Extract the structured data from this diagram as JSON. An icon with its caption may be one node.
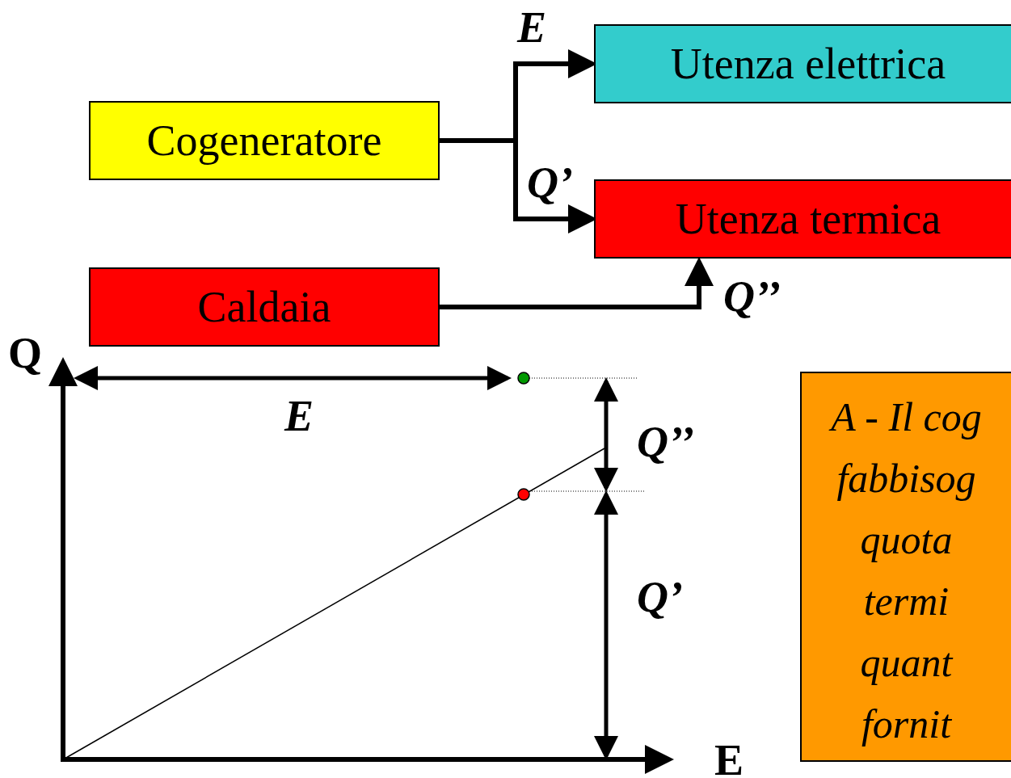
{
  "diagram": {
    "nodes": [
      {
        "text": [
          "Cogeneratore"
        ]
      },
      {
        "text": [
          "Utenza elettrica"
        ]
      },
      {
        "text": [
          "Utenza termica"
        ]
      },
      {
        "text": [
          "Caldaia"
        ]
      },
      {
        "text": [
          "A - Il cog fabbisog quota termi quant fornit"
        ]
      }
    ],
    "edges": [
      {
        "from": 0,
        "to": 1,
        "arrow": "to",
        "label": "E"
      },
      {
        "from": 0,
        "to": 2,
        "arrow": "to",
        "label": "Q’"
      },
      {
        "from": 3,
        "to": 2,
        "arrow": "to",
        "label": "Q’’"
      }
    ],
    "labels": [
      "Q",
      "E",
      "Q’’",
      "Q’",
      "E"
    ]
  }
}
